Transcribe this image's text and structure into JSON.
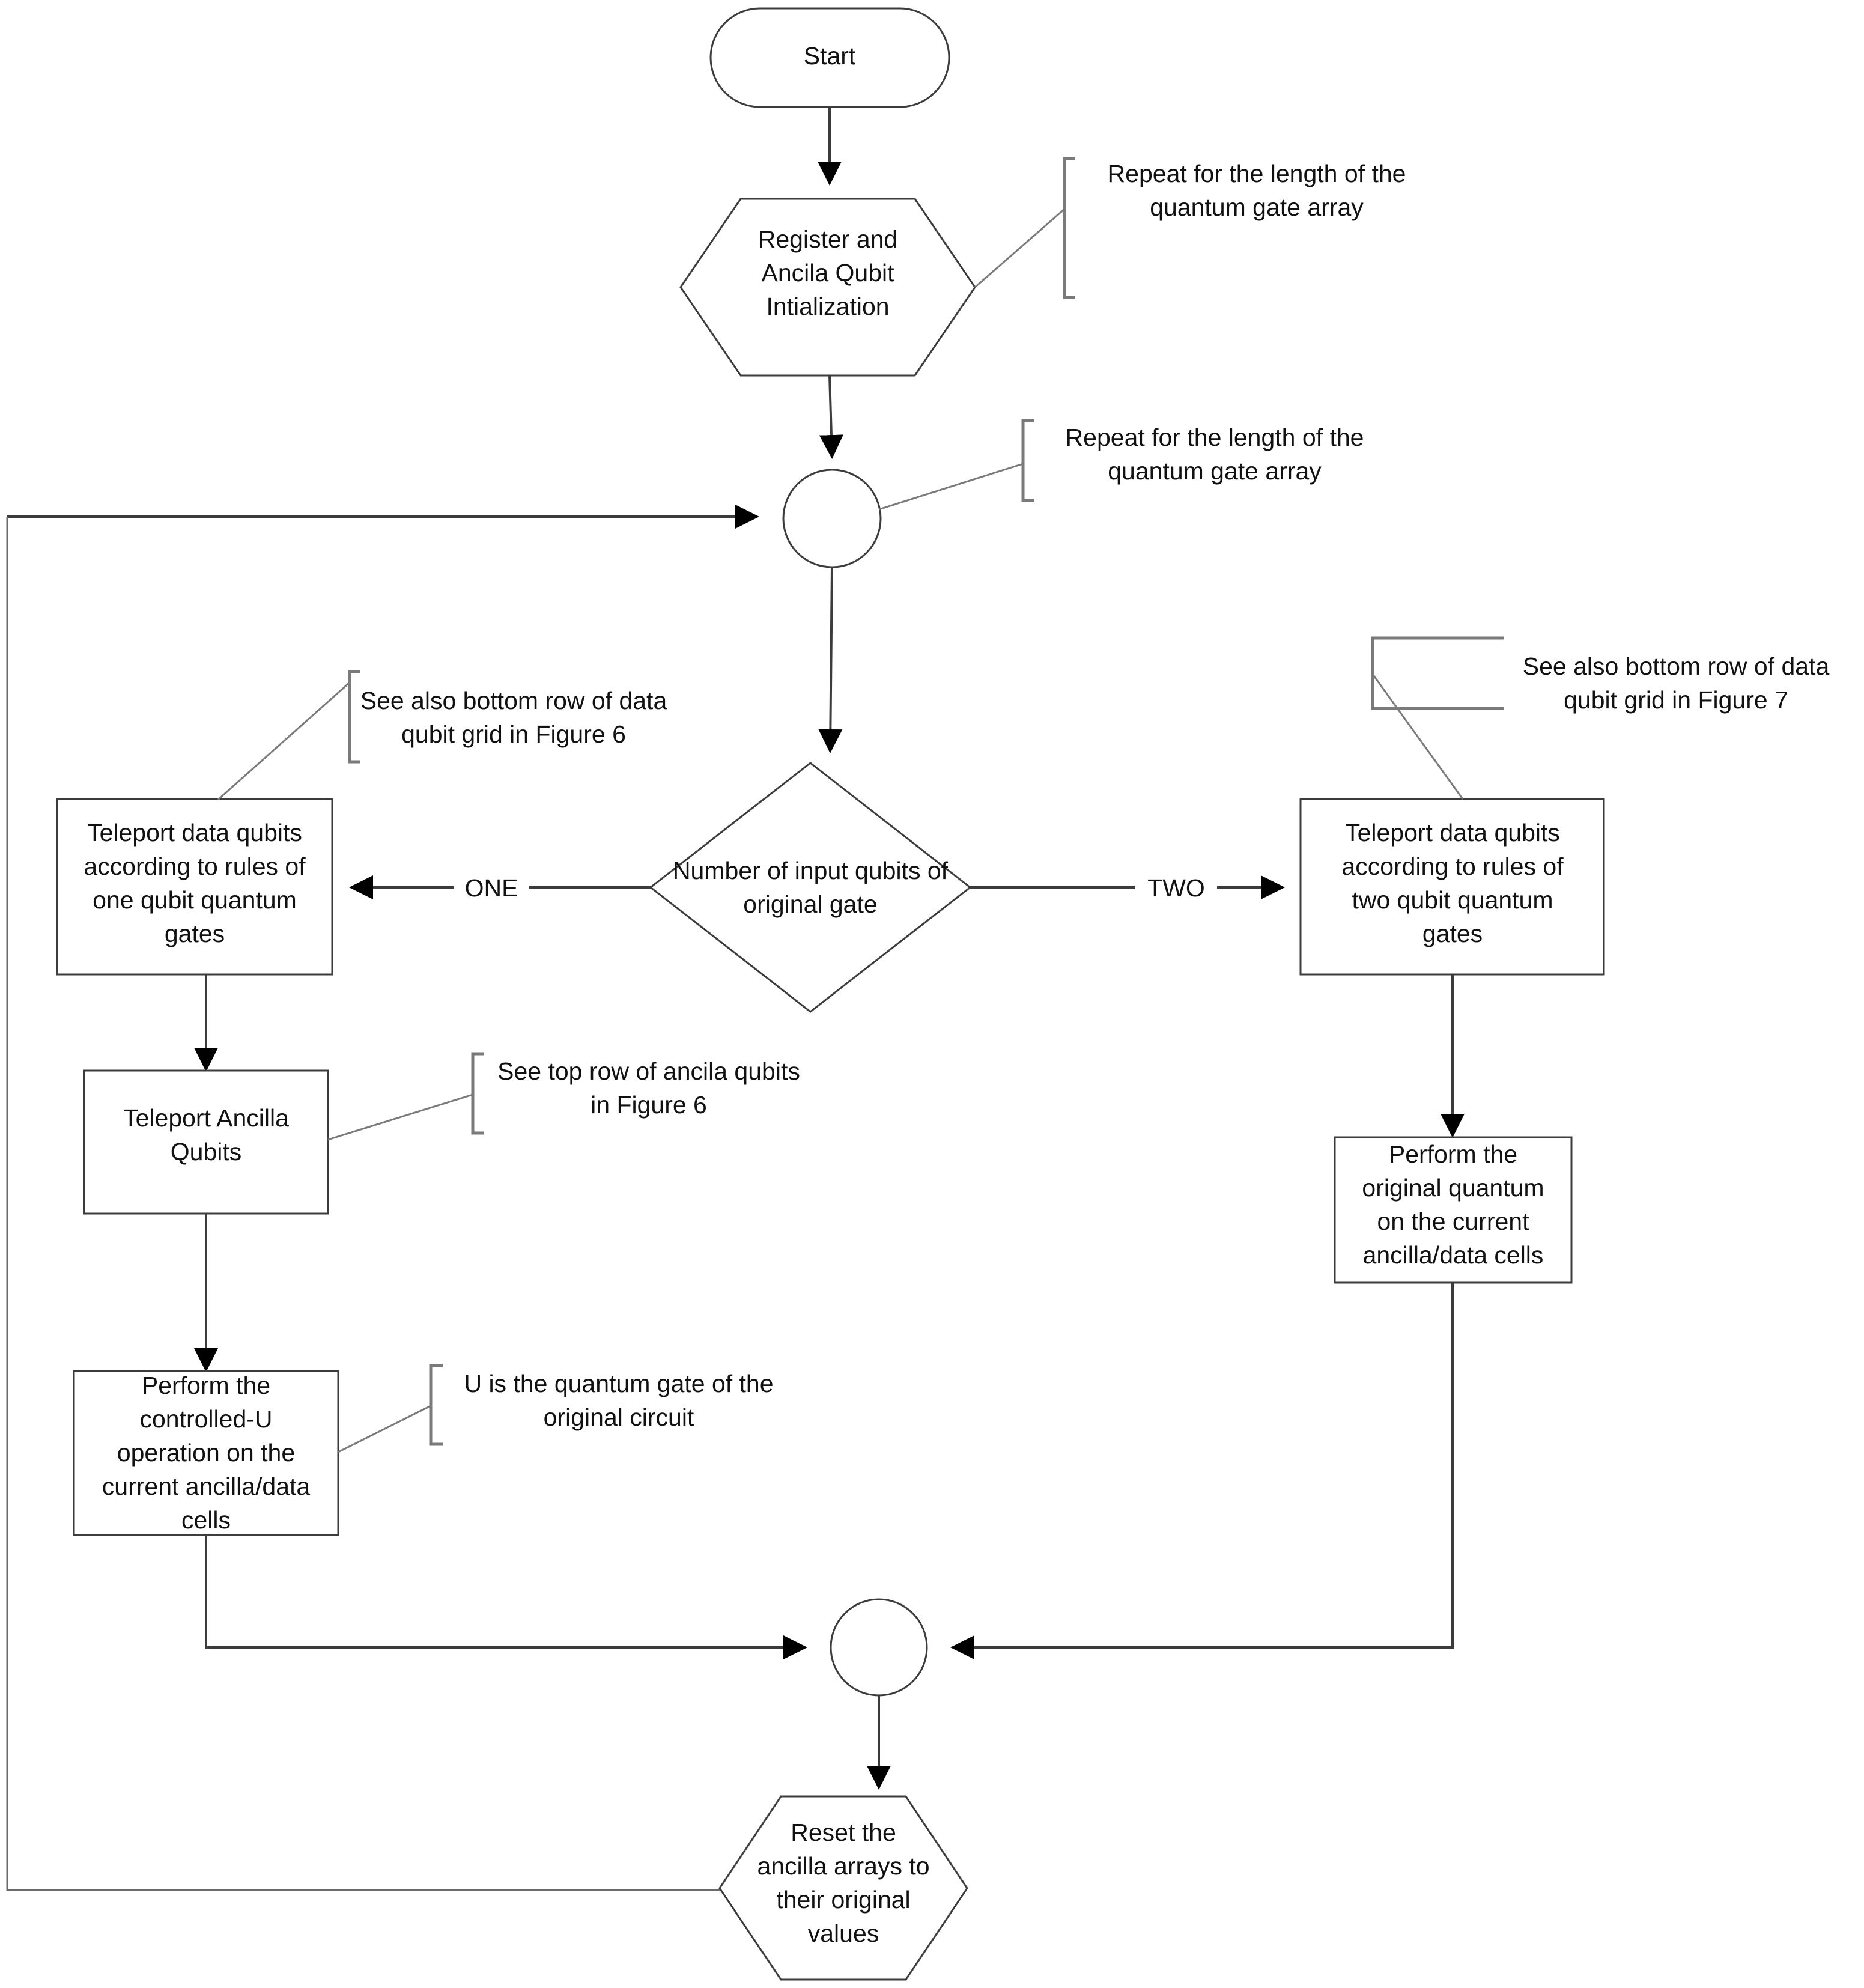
{
  "diagram": {
    "title": "Quantum gate teleportation flowchart",
    "type": "flowchart",
    "stroke_color": "#3c3c3c",
    "note_color": "#7a7a7a",
    "background": "#ffffff"
  },
  "nodes": {
    "start": {
      "shape": "terminator",
      "label": "Start"
    },
    "init": {
      "shape": "hexagon",
      "line1": "Register and",
      "line2": "Ancila Qubit",
      "line3": "Intialization"
    },
    "merge_top": {
      "shape": "connector-circle",
      "label": ""
    },
    "decision": {
      "shape": "diamond",
      "line1": "Number of input qubits of",
      "line2": "original gate"
    },
    "teleport_one": {
      "shape": "process",
      "line1": "Teleport data qubits",
      "line2": "according to rules of",
      "line3": "one qubit quantum",
      "line4": "gates"
    },
    "teleport_two": {
      "shape": "process",
      "line1": "Teleport data qubits",
      "line2": "according to rules of",
      "line3": "two qubit quantum",
      "line4": "gates"
    },
    "teleport_ancilla": {
      "shape": "process",
      "line1": "Teleport Ancilla",
      "line2": "Qubits"
    },
    "controlled_u": {
      "shape": "process",
      "line1": "Perform the",
      "line2": "controlled-U",
      "line3": "operation on the",
      "line4": "current ancilla/data",
      "line5": "cells"
    },
    "original_quantum": {
      "shape": "process",
      "line1": "Perform the",
      "line2": "original quantum",
      "line3": "on the current",
      "line4": "ancilla/data cells"
    },
    "merge_bottom": {
      "shape": "connector-circle",
      "label": ""
    },
    "reset": {
      "shape": "hexagon",
      "line1": "Reset the",
      "line2": "ancilla arrays to",
      "line3": "their original",
      "line4": "values"
    }
  },
  "edge_labels": {
    "one": "ONE",
    "two": "TWO"
  },
  "annotations": {
    "repeat_init": {
      "line1": "Repeat for the length of the",
      "line2": "quantum gate array"
    },
    "repeat_loop": {
      "line1": "Repeat for the length of the",
      "line2": "quantum gate array"
    },
    "fig6_data": {
      "line1": "See also bottom row of data",
      "line2": "qubit grid in Figure 6"
    },
    "fig7_data": {
      "line1": "See also bottom row of data",
      "line2": "qubit grid in Figure 7"
    },
    "fig6_ancila": {
      "line1": "See top row of ancila qubits",
      "line2": "in Figure 6"
    },
    "u_gate": {
      "line1": "U is the quantum gate of the",
      "line2": "original circuit"
    }
  }
}
